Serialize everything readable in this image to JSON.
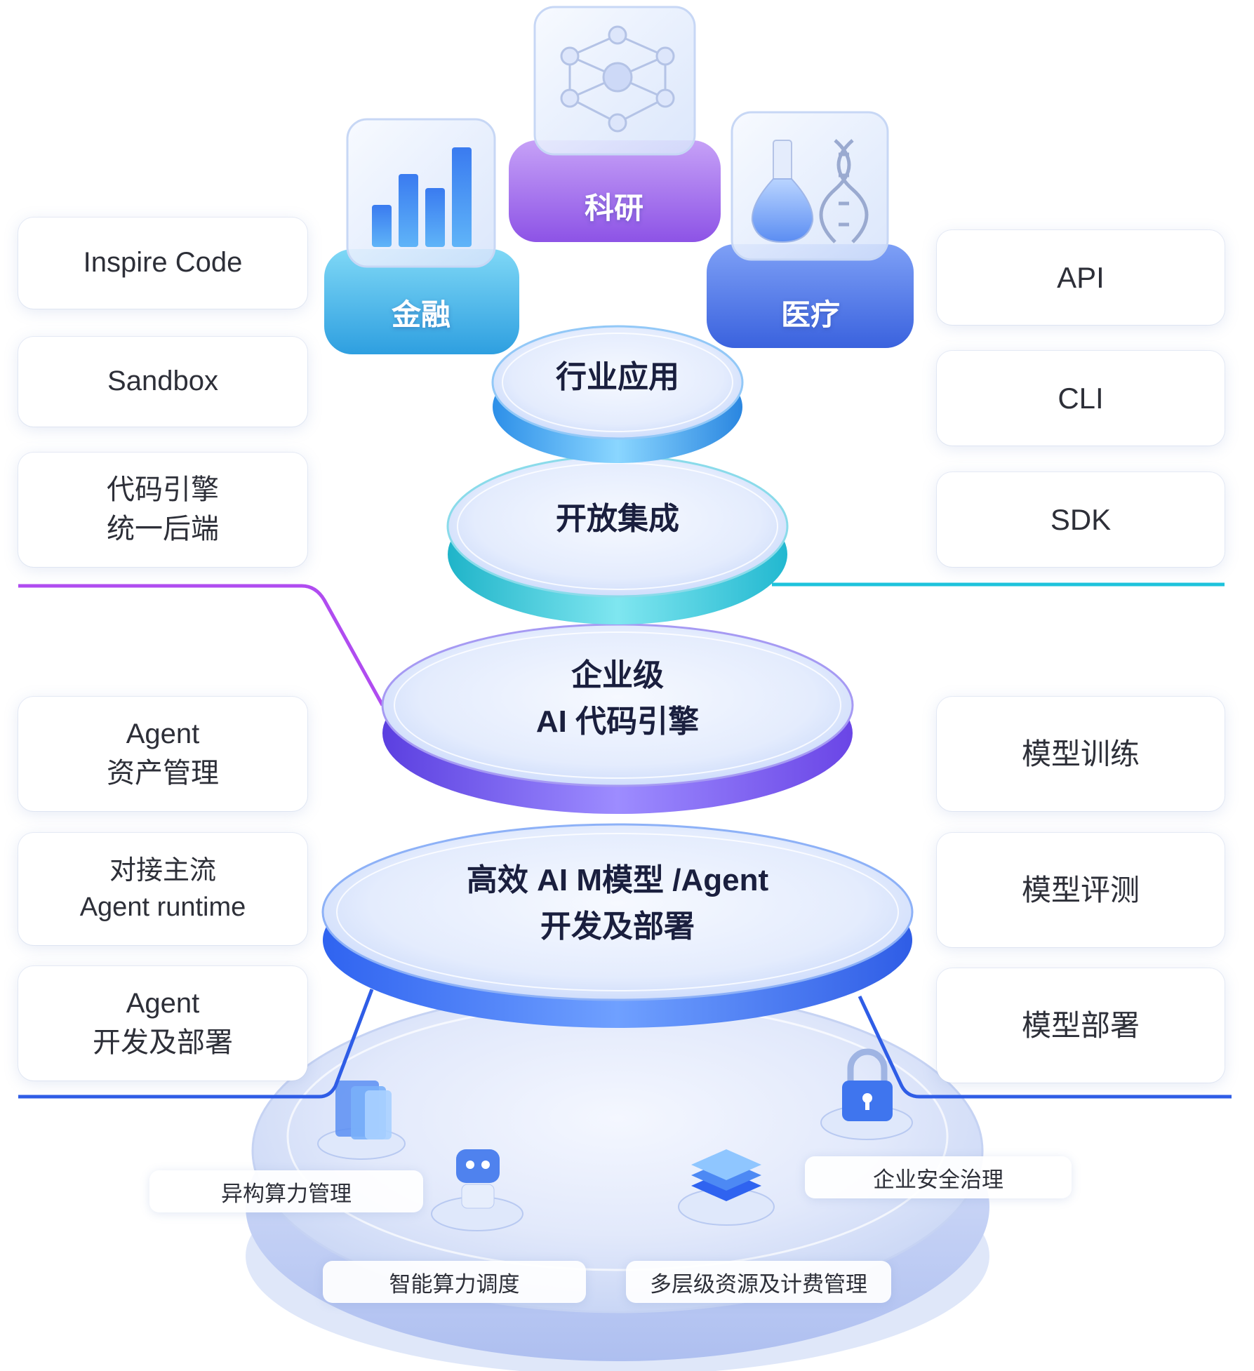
{
  "left_cards": [
    {
      "lines": [
        "Inspire Code"
      ]
    },
    {
      "lines": [
        "Sandbox"
      ]
    },
    {
      "lines": [
        "代码引擎",
        "统一后端"
      ]
    },
    {
      "lines": [
        "Agent",
        "资产管理"
      ]
    },
    {
      "lines": [
        "对接主流",
        "Agent runtime"
      ]
    },
    {
      "lines": [
        "Agent",
        "开发及部署"
      ]
    }
  ],
  "right_cards": [
    {
      "lines": [
        "API"
      ]
    },
    {
      "lines": [
        "CLI"
      ]
    },
    {
      "lines": [
        "SDK"
      ]
    },
    {
      "lines": [
        "模型训练"
      ]
    },
    {
      "lines": [
        "模型评测"
      ]
    },
    {
      "lines": [
        "模型部署"
      ]
    }
  ],
  "tiles": {
    "finance": "金融",
    "research": "科研",
    "medical": "医疗"
  },
  "layers": {
    "industry": [
      "行业应用"
    ],
    "integration": [
      "开放集成"
    ],
    "enterprise": [
      "企业级",
      "AI 代码引擎"
    ],
    "model": [
      "高效 AI M模型 /Agent",
      "开发及部署"
    ]
  },
  "base_pills": {
    "heterogeneous": "异构算力管理",
    "security": "企业安全治理",
    "scheduling": "智能算力调度",
    "billing": "多层级资源及计费管理"
  },
  "colors": {
    "purple_line": "#b04cf0",
    "cyan_line": "#1ec3dc",
    "blue_line": "#2f5de6"
  }
}
